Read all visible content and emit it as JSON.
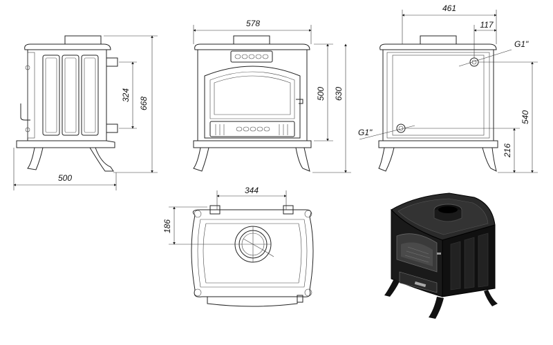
{
  "views": {
    "side": {
      "width": "500",
      "height_total": "668",
      "pipe_spacing": "324"
    },
    "front": {
      "width": "578",
      "height_to_top": "500",
      "height_total": "630"
    },
    "rear": {
      "width": "461",
      "flue_offset": "117",
      "thread_upper": "G1\"",
      "thread_lower": "G1\"",
      "upper_pipe_height": "540",
      "lower_pipe_height": "216"
    },
    "top": {
      "flue_position": "344",
      "depth_to_flue": "186"
    }
  },
  "colors": {
    "line": "#222222",
    "body_3d": "#151515"
  }
}
